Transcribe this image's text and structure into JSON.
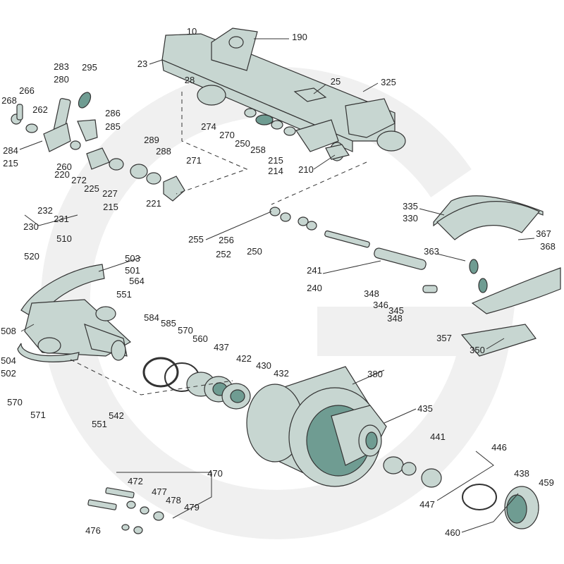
{
  "diagram": {
    "colors": {
      "part_fill": "#c7d6d1",
      "part_dark": "#6f9c92",
      "watermark": "#efefef",
      "ink": "#222222"
    },
    "labels": [
      "10",
      "190",
      "23",
      "28",
      "25",
      "325",
      "283",
      "295",
      "280",
      "266",
      "268",
      "262",
      "286",
      "285",
      "284",
      "215",
      "274",
      "270",
      "250",
      "258",
      "289",
      "288",
      "260",
      "220",
      "272",
      "225",
      "271",
      "227",
      "215",
      "221",
      "215",
      "214",
      "210",
      "232",
      "231",
      "230",
      "335",
      "330",
      "255",
      "256",
      "252",
      "250",
      "367",
      "368",
      "363",
      "510",
      "520",
      "503",
      "501",
      "564",
      "551",
      "241",
      "240",
      "348",
      "346",
      "345",
      "348",
      "584",
      "585",
      "570",
      "560",
      "508",
      "357",
      "350",
      "437",
      "504",
      "502",
      "422",
      "430",
      "432",
      "380",
      "570",
      "571",
      "542",
      "551",
      "435",
      "441",
      "446",
      "470",
      "472",
      "477",
      "478",
      "479",
      "438",
      "459",
      "447",
      "476",
      "460"
    ]
  }
}
